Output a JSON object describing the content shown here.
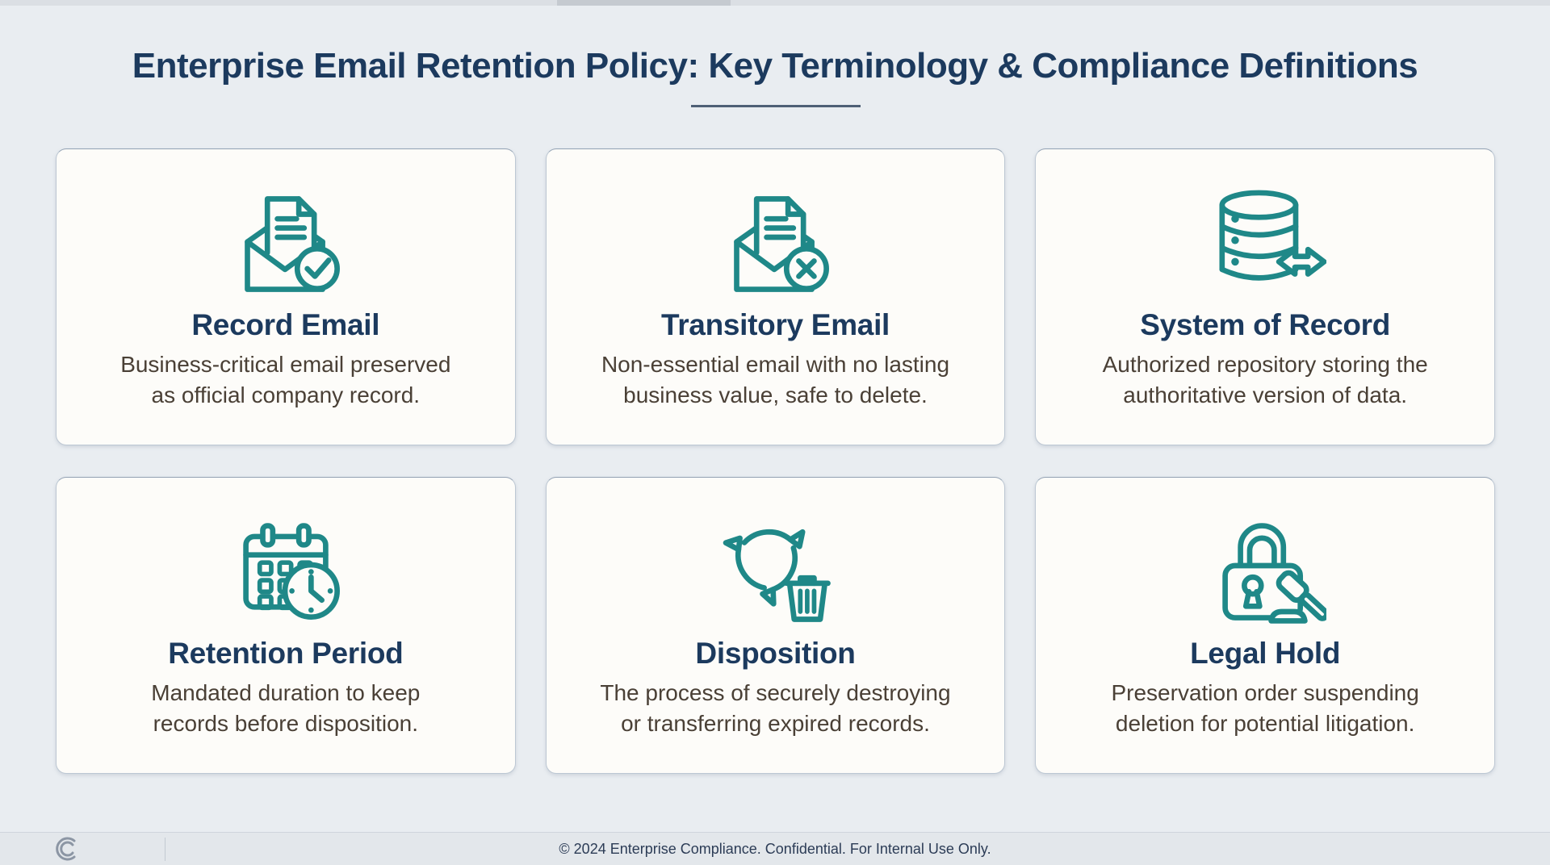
{
  "page": {
    "title": "Enterprise Email Retention Policy: Key Terminology & Compliance Definitions",
    "footer_text": "© 2024 Enterprise Compliance. Confidential. For Internal Use Only."
  },
  "colors": {
    "accent_teal": "#1f8888",
    "heading_navy": "#1c3a5e",
    "body_text": "#4a4036",
    "page_background": "#e9edf1",
    "card_background": "#fdfcf9"
  },
  "cards": [
    {
      "icon": "mail-document-check-icon",
      "title": "Record Email",
      "description": "Business-critical email preserved\nas official company record."
    },
    {
      "icon": "mail-document-x-icon",
      "title": "Transitory Email",
      "description": "Non-essential email with no lasting\nbusiness value, safe to delete."
    },
    {
      "icon": "database-sync-icon",
      "title": "System of Record",
      "description": "Authorized repository storing the\nauthoritative version of data."
    },
    {
      "icon": "calendar-clock-icon",
      "title": "Retention Period",
      "description": "Mandated duration to keep\nrecords before disposition."
    },
    {
      "icon": "recycle-trash-icon",
      "title": "Disposition",
      "description": "The process of securely destroying\nor transferring expired records."
    },
    {
      "icon": "lock-gavel-icon",
      "title": "Legal Hold",
      "description": "Preservation order suspending\ndeletion for potential litigation."
    }
  ]
}
